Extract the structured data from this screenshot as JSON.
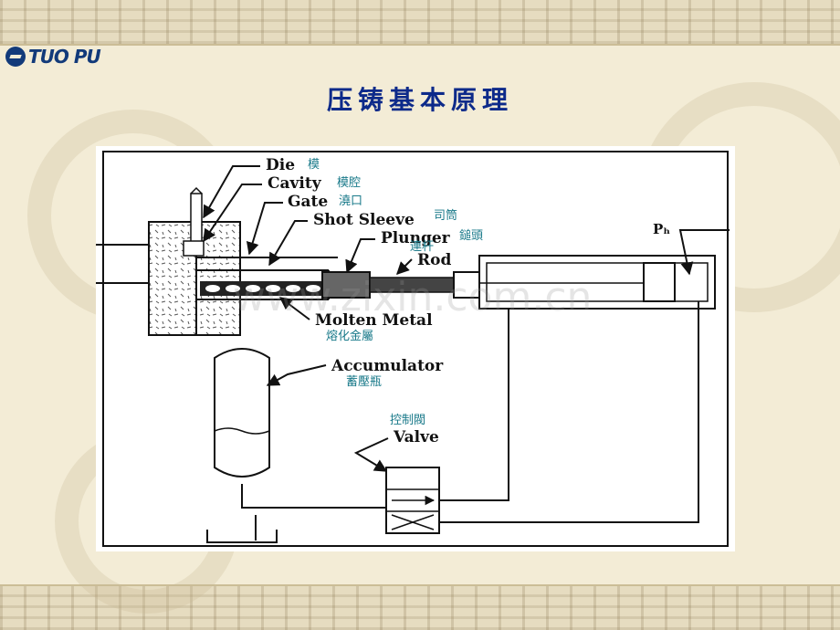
{
  "logo": {
    "text": "TUO PU"
  },
  "title": "压铸基本原理",
  "watermark": "www.zixin.com.cn",
  "labels": {
    "die": "Die",
    "die_cn": "模",
    "cavity": "Cavity",
    "cavity_cn": "模腔",
    "gate": "Gate",
    "gate_cn": "澆口",
    "shot_sleeve": "Shot Sleeve",
    "shot_sleeve_cn": "司筒",
    "plunger": "Plunger",
    "plunger_cn": "鎚頭",
    "rod": "Rod",
    "rod_cn": "連杆",
    "molten_metal": "Molten Metal",
    "molten_metal_cn": "熔化金屬",
    "accumulator": "Accumulator",
    "accumulator_cn": "蓄壓瓶",
    "valve": "Valve",
    "valve_cn": "控制閥",
    "ph": "Pₕ"
  },
  "colors": {
    "title": "#0d2a8a",
    "cn_label": "#1a7a8a",
    "line": "#111111",
    "logo": "#123a7a"
  }
}
